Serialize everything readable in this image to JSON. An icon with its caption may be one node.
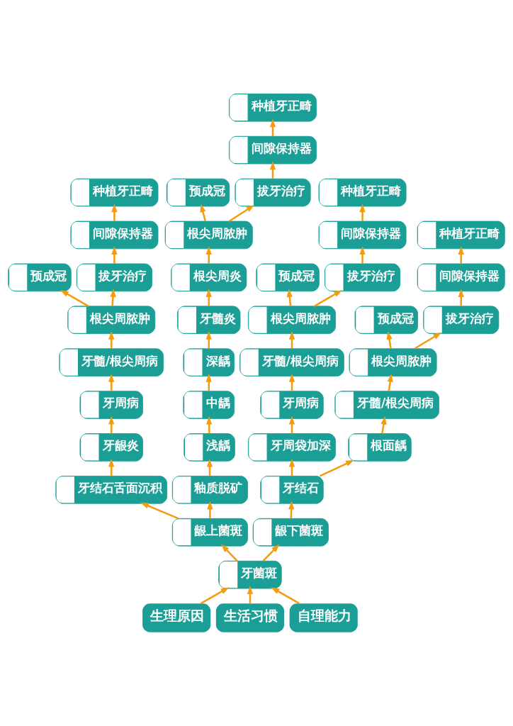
{
  "diagram": {
    "nodes": [
      {
        "text": [
          "生理原因"
        ]
      },
      {
        "text": [
          "生活习惯"
        ]
      },
      {
        "text": [
          "自理能力"
        ]
      },
      {
        "text": [
          "牙菌斑"
        ]
      },
      {
        "text": [
          "龈上菌斑"
        ]
      },
      {
        "text": [
          "龈下菌斑"
        ]
      },
      {
        "text": [
          "牙结石舌面沉积"
        ]
      },
      {
        "text": [
          "牙龈炎"
        ]
      },
      {
        "text": [
          "牙周病"
        ]
      },
      {
        "text": [
          "牙髓/根尖周病"
        ]
      },
      {
        "text": [
          "根尖周脓肿"
        ]
      },
      {
        "text": [
          "预成冠"
        ]
      },
      {
        "text": [
          "拔牙治疗"
        ]
      },
      {
        "text": [
          "间隙保持器"
        ]
      },
      {
        "text": [
          "种植牙正畸"
        ]
      },
      {
        "text": [
          "釉质脱矿"
        ]
      },
      {
        "text": [
          "浅龋"
        ]
      },
      {
        "text": [
          "中龋"
        ]
      },
      {
        "text": [
          "深龋"
        ]
      },
      {
        "text": [
          "牙髓炎"
        ]
      },
      {
        "text": [
          "根尖周炎"
        ]
      },
      {
        "text": [
          "根尖周脓肿"
        ]
      },
      {
        "text": [
          "预成冠"
        ]
      },
      {
        "text": [
          "拔牙治疗"
        ]
      },
      {
        "text": [
          "间隙保持器"
        ]
      },
      {
        "text": [
          "种植牙正畸"
        ]
      },
      {
        "text": [
          "牙结石"
        ]
      },
      {
        "text": [
          "牙周袋加深"
        ]
      },
      {
        "text": [
          "牙周病"
        ]
      },
      {
        "text": [
          "牙髓/根尖周病"
        ]
      },
      {
        "text": [
          "根尖周脓肿"
        ]
      },
      {
        "text": [
          "预成冠"
        ]
      },
      {
        "text": [
          "拔牙治疗"
        ]
      },
      {
        "text": [
          "间隙保持器"
        ]
      },
      {
        "text": [
          "种植牙正畸"
        ]
      },
      {
        "text": [
          "根面龋"
        ]
      },
      {
        "text": [
          "牙髓/根尖周病"
        ]
      },
      {
        "text": [
          "根尖周脓肿"
        ]
      },
      {
        "text": [
          "预成冠"
        ]
      },
      {
        "text": [
          "拔牙治疗"
        ]
      },
      {
        "text": [
          "间隙保持器"
        ]
      },
      {
        "text": [
          "种植牙正畸"
        ]
      }
    ],
    "edges": [
      {
        "from": 0,
        "to": 3,
        "arrow": "to"
      },
      {
        "from": 1,
        "to": 3,
        "arrow": "to"
      },
      {
        "from": 2,
        "to": 3,
        "arrow": "to"
      },
      {
        "from": 3,
        "to": 4,
        "arrow": "to"
      },
      {
        "from": 3,
        "to": 5,
        "arrow": "to"
      },
      {
        "from": 4,
        "to": 6,
        "arrow": "to"
      },
      {
        "from": 6,
        "to": 7,
        "arrow": "to"
      },
      {
        "from": 7,
        "to": 8,
        "arrow": "to"
      },
      {
        "from": 8,
        "to": 9,
        "arrow": "to"
      },
      {
        "from": 9,
        "to": 10,
        "arrow": "to"
      },
      {
        "from": 10,
        "to": 11,
        "arrow": "to"
      },
      {
        "from": 10,
        "to": 12,
        "arrow": "to"
      },
      {
        "from": 12,
        "to": 13,
        "arrow": "to"
      },
      {
        "from": 13,
        "to": 14,
        "arrow": "to"
      },
      {
        "from": 4,
        "to": 15,
        "arrow": "to"
      },
      {
        "from": 15,
        "to": 16,
        "arrow": "to"
      },
      {
        "from": 16,
        "to": 17,
        "arrow": "to"
      },
      {
        "from": 17,
        "to": 18,
        "arrow": "to"
      },
      {
        "from": 18,
        "to": 19,
        "arrow": "to"
      },
      {
        "from": 19,
        "to": 20,
        "arrow": "to"
      },
      {
        "from": 20,
        "to": 21,
        "arrow": "to"
      },
      {
        "from": 21,
        "to": 22,
        "arrow": "to"
      },
      {
        "from": 21,
        "to": 23,
        "arrow": "to"
      },
      {
        "from": 23,
        "to": 24,
        "arrow": "to"
      },
      {
        "from": 24,
        "to": 25,
        "arrow": "to"
      },
      {
        "from": 5,
        "to": 26,
        "arrow": "to"
      },
      {
        "from": 26,
        "to": 27,
        "arrow": "to"
      },
      {
        "from": 27,
        "to": 28,
        "arrow": "to"
      },
      {
        "from": 28,
        "to": 29,
        "arrow": "to"
      },
      {
        "from": 29,
        "to": 30,
        "arrow": "to"
      },
      {
        "from": 30,
        "to": 31,
        "arrow": "to"
      },
      {
        "from": 30,
        "to": 32,
        "arrow": "to"
      },
      {
        "from": 32,
        "to": 33,
        "arrow": "to"
      },
      {
        "from": 33,
        "to": 34,
        "arrow": "to"
      },
      {
        "from": 26,
        "to": 35,
        "arrow": "to"
      },
      {
        "from": 35,
        "to": 36,
        "arrow": "to"
      },
      {
        "from": 36,
        "to": 37,
        "arrow": "to"
      },
      {
        "from": 37,
        "to": 38,
        "arrow": "to"
      },
      {
        "from": 37,
        "to": 39,
        "arrow": "to"
      },
      {
        "from": 39,
        "to": 40,
        "arrow": "to"
      },
      {
        "from": 40,
        "to": 41,
        "arrow": "to"
      }
    ]
  }
}
